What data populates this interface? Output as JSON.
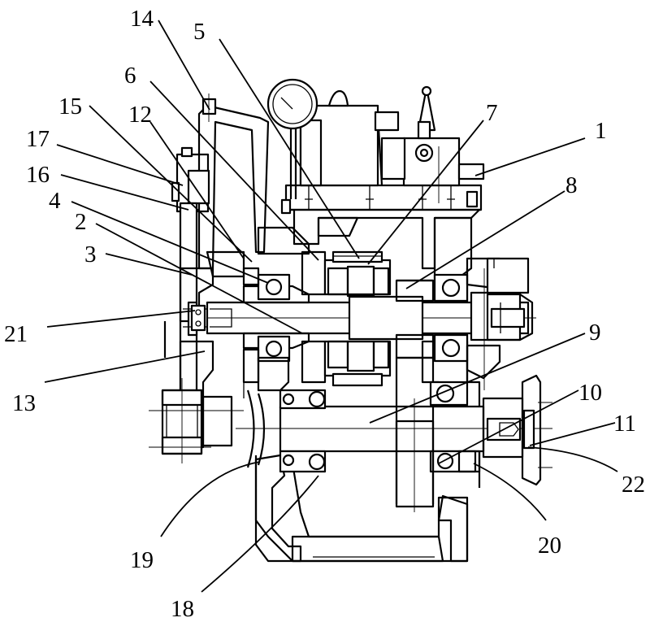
{
  "drawing": {
    "callouts": [
      "1",
      "2",
      "3",
      "4",
      "5",
      "6",
      "7",
      "8",
      "9",
      "10",
      "11",
      "12",
      "13",
      "14",
      "15",
      "16",
      "17",
      "18",
      "19",
      "20",
      "21",
      "22"
    ]
  }
}
